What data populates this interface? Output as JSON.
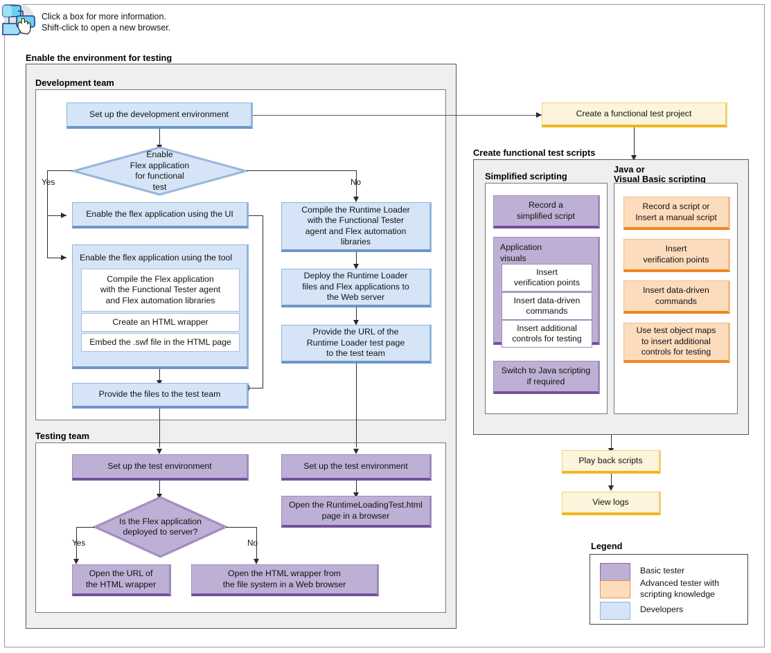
{
  "header": {
    "icon": "flowchart-hand-cursor-icon",
    "note_line1": "Click a box for more information.",
    "note_line2": "Shift-click to open a new browser."
  },
  "colors": {
    "developers": "#d5e5f7",
    "basic_tester": "#bdb0d4",
    "advanced_tester": "#fcdcbd",
    "neutral_stage": "#fdf4dc",
    "panel_background": "#efefef",
    "connector": "#5a5a5a"
  },
  "panels": {
    "enable_environment": {
      "title": "Enable the environment for testing"
    },
    "development_team": {
      "title": "Development team"
    },
    "testing_team": {
      "title": "Testing team"
    },
    "create_scripts": {
      "title": "Create functional test scripts"
    },
    "simplified_scripting": {
      "title": "Simplified scripting"
    },
    "java_vb_scripting": {
      "title": "Java or\nVisual Basic scripting"
    }
  },
  "dev_flow": {
    "setup_env": "Set up the development environment",
    "decision": "Enable\nFlex application\nfor functional\ntest",
    "decision_yes": "Yes",
    "decision_no": "No",
    "enable_ui": "Enable the flex application using the UI",
    "enable_tool_title": "Enable the flex application using the tool",
    "enable_tool_steps": [
      "Compile the Flex application\nwith the Functional Tester agent\nand Flex automation libraries",
      "Create an HTML wrapper",
      "Embed the .swf file in the HTML page"
    ],
    "provide_files": "Provide the files to the test team",
    "compile_runtime_loader": "Compile the Runtime Loader\nwith the Functional Tester\nagent and Flex automation\nlibraries",
    "deploy_runtime_loader": "Deploy the Runtime Loader\nfiles and Flex applications to\nthe Web server",
    "provide_url": "Provide the URL of the\nRuntime Loader test page\nto the test team"
  },
  "test_flow": {
    "setup_test_env_left": "Set up the test environment",
    "setup_test_env_right": "Set up the test environment",
    "open_runtime_page": "Open the RuntimeLoadingTest.html\npage in a browser",
    "decision": "Is the Flex application\ndeployed to server?",
    "decision_yes": "Yes",
    "decision_no": "No",
    "open_url_wrapper": "Open the URL of\nthe HTML wrapper",
    "open_file_wrapper": "Open the HTML wrapper from\nthe file system in a Web browser"
  },
  "script_flow": {
    "create_project": "Create a functional test project",
    "simplified": {
      "record": "Record a\nsimplified script",
      "app_visuals_title": "Application\nvisuals",
      "app_visuals_steps": [
        "Insert\nverification points",
        "Insert data-driven\ncommands",
        "Insert additional\ncontrols for testing"
      ],
      "switch_java": "Switch to Java scripting\nif required"
    },
    "java_vb": [
      "Record a script or\nInsert a manual script",
      "Insert\nverification points",
      "Insert data-driven\ncommands",
      "Use test object maps\nto insert additional\ncontrols for testing"
    ],
    "play_back": "Play back scripts",
    "view_logs": "View logs"
  },
  "legend": {
    "title": "Legend",
    "items": [
      {
        "label": "Basic tester",
        "swatch": "basic-tester"
      },
      {
        "label": "Advanced tester with\nscripting knowledge",
        "swatch": "advanced-tester"
      },
      {
        "label": "Developers",
        "swatch": "developers"
      }
    ]
  }
}
